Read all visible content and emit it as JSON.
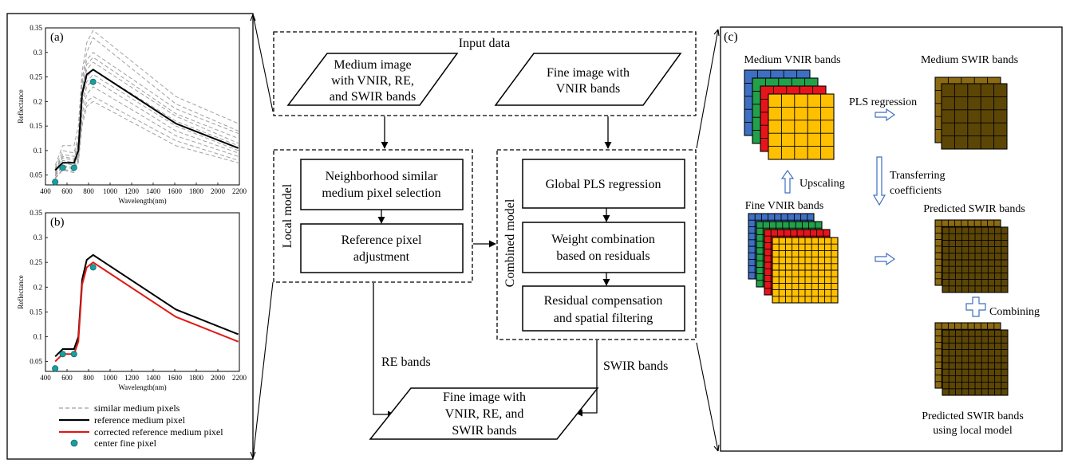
{
  "colors": {
    "blue": "#3e6fc2",
    "green": "#22a04a",
    "red": "#e8141b",
    "yellow": "#ffc000",
    "swir": "#8c6a12",
    "swir_dark": "#5c4606",
    "teal": "#1a9e9e",
    "corrected": "#e01a14",
    "gray": "#a0a0a0"
  },
  "panel_a": {
    "label": "(a)",
    "ylabel": "Reflectance",
    "xlabel": "Wavelength(nm)",
    "xticks": [
      "400",
      "600",
      "800",
      "1000",
      "1200",
      "1400",
      "1600",
      "1800",
      "2000",
      "2200"
    ],
    "yticks": [
      "0.05",
      "0.1",
      "0.15",
      "0.2",
      "0.25",
      "0.3",
      "0.35"
    ]
  },
  "panel_b": {
    "label": "(b)",
    "ylabel": "Reflectance",
    "xlabel": "Wavelength(nm)",
    "xticks": [
      "400",
      "600",
      "800",
      "1000",
      "1200",
      "1400",
      "1600",
      "1800",
      "2000",
      "2200"
    ],
    "yticks": [
      "0.05",
      "0.1",
      "0.15",
      "0.2",
      "0.25",
      "0.3",
      "0.35"
    ]
  },
  "legend": [
    {
      "text": "similar medium pixels",
      "style": "gray-dashed"
    },
    {
      "text": "reference medium pixel",
      "style": "black-solid"
    },
    {
      "text": "corrected reference medium pixel",
      "style": "red-solid"
    },
    {
      "text": "center fine pixel",
      "style": "teal-dot"
    }
  ],
  "chart_data": [
    {
      "type": "line",
      "title": "(a)",
      "xlabel": "Wavelength(nm)",
      "ylabel": "Reflectance",
      "xlim": [
        400,
        2200
      ],
      "ylim": [
        0.03,
        0.35
      ],
      "series": [
        {
          "name": "similar medium pixels",
          "x": [
            490,
            560,
            665,
            705,
            740,
            783,
            842,
            1610,
            2190
          ],
          "values": [
            0.07,
            0.11,
            0.11,
            0.15,
            0.26,
            0.32,
            0.345,
            0.21,
            0.155
          ]
        },
        {
          "name": "similar medium pixels",
          "x": [
            490,
            560,
            665,
            705,
            740,
            783,
            842,
            1610,
            2190
          ],
          "values": [
            0.065,
            0.1,
            0.095,
            0.13,
            0.245,
            0.3,
            0.33,
            0.195,
            0.14
          ]
        },
        {
          "name": "similar medium pixels",
          "x": [
            490,
            560,
            665,
            705,
            740,
            783,
            842,
            1610,
            2190
          ],
          "values": [
            0.062,
            0.092,
            0.088,
            0.12,
            0.235,
            0.285,
            0.3,
            0.185,
            0.135
          ]
        },
        {
          "name": "similar medium pixels",
          "x": [
            490,
            560,
            665,
            705,
            740,
            783,
            842,
            1610,
            2190
          ],
          "values": [
            0.06,
            0.088,
            0.083,
            0.115,
            0.225,
            0.275,
            0.29,
            0.175,
            0.125
          ]
        },
        {
          "name": "similar medium pixels",
          "x": [
            490,
            560,
            665,
            705,
            740,
            783,
            842,
            1610,
            2190
          ],
          "values": [
            0.058,
            0.085,
            0.08,
            0.11,
            0.22,
            0.265,
            0.28,
            0.17,
            0.115
          ]
        },
        {
          "name": "similar medium pixels",
          "x": [
            490,
            560,
            665,
            705,
            740,
            783,
            842,
            1610,
            2190
          ],
          "values": [
            0.055,
            0.08,
            0.075,
            0.1,
            0.21,
            0.25,
            0.265,
            0.16,
            0.11
          ]
        },
        {
          "name": "similar medium pixels",
          "x": [
            490,
            560,
            665,
            705,
            740,
            783,
            842,
            1610,
            2190
          ],
          "values": [
            0.052,
            0.075,
            0.07,
            0.095,
            0.2,
            0.24,
            0.255,
            0.15,
            0.1
          ]
        },
        {
          "name": "similar medium pixels",
          "x": [
            490,
            560,
            665,
            705,
            740,
            783,
            842,
            1610,
            2190
          ],
          "values": [
            0.05,
            0.07,
            0.065,
            0.09,
            0.19,
            0.23,
            0.245,
            0.14,
            0.095
          ]
        },
        {
          "name": "similar medium pixels",
          "x": [
            490,
            560,
            665,
            705,
            740,
            783,
            842,
            1610,
            2190
          ],
          "values": [
            0.048,
            0.068,
            0.062,
            0.085,
            0.175,
            0.215,
            0.23,
            0.13,
            0.088
          ]
        },
        {
          "name": "similar medium pixels",
          "x": [
            490,
            560,
            665,
            705,
            740,
            783,
            842,
            1610,
            2190
          ],
          "values": [
            0.045,
            0.062,
            0.058,
            0.08,
            0.16,
            0.2,
            0.21,
            0.12,
            0.08
          ]
        },
        {
          "name": "similar medium pixels",
          "x": [
            490,
            560,
            665,
            705,
            740,
            783,
            842,
            1610,
            2190
          ],
          "values": [
            0.043,
            0.06,
            0.055,
            0.075,
            0.15,
            0.19,
            0.2,
            0.11,
            0.075
          ]
        },
        {
          "name": "reference medium pixel",
          "x": [
            490,
            560,
            665,
            705,
            740,
            783,
            842,
            1610,
            2190
          ],
          "values": [
            0.06,
            0.075,
            0.075,
            0.1,
            0.215,
            0.255,
            0.265,
            0.155,
            0.105
          ]
        },
        {
          "name": "center fine pixel",
          "x": [
            490,
            560,
            665,
            842
          ],
          "values": [
            0.036,
            0.065,
            0.065,
            0.24
          ]
        }
      ]
    },
    {
      "type": "line",
      "title": "(b)",
      "xlabel": "Wavelength(nm)",
      "ylabel": "Reflectance",
      "xlim": [
        400,
        2200
      ],
      "ylim": [
        0.03,
        0.35
      ],
      "series": [
        {
          "name": "reference medium pixel",
          "x": [
            490,
            560,
            665,
            705,
            740,
            783,
            842,
            1610,
            2190
          ],
          "values": [
            0.06,
            0.075,
            0.075,
            0.1,
            0.215,
            0.255,
            0.265,
            0.155,
            0.105
          ]
        },
        {
          "name": "corrected reference medium pixel",
          "x": [
            490,
            560,
            665,
            705,
            740,
            783,
            842,
            1610,
            2190
          ],
          "values": [
            0.05,
            0.065,
            0.065,
            0.09,
            0.205,
            0.24,
            0.25,
            0.14,
            0.09
          ]
        },
        {
          "name": "center fine pixel",
          "x": [
            490,
            560,
            665,
            842
          ],
          "values": [
            0.036,
            0.065,
            0.065,
            0.24
          ]
        }
      ]
    }
  ],
  "flow": {
    "input_data": "Input data",
    "medium_image": [
      "Medium image",
      "with VNIR, RE,",
      "and SWIR bands"
    ],
    "fine_image": [
      "Fine image with",
      "VNIR bands"
    ],
    "local_model": "Local model",
    "combined_model": "Combined model",
    "neighborhood": [
      "Neighborhood similar",
      "medium pixel selection"
    ],
    "reference_adj": [
      "Reference pixel",
      "adjustment"
    ],
    "global_pls": "Global PLS regression",
    "weight_comb": [
      "Weight combination",
      "based on residuals"
    ],
    "residual_comp": [
      "Residual compensation",
      "and spatial filtering"
    ],
    "re_bands": "RE bands",
    "swir_bands": "SWIR bands",
    "output": [
      "Fine image with",
      "VNIR, RE, and",
      "SWIR bands"
    ]
  },
  "panel_c": {
    "label": "(c)",
    "medium_vnir": "Medium VNIR bands",
    "medium_swir": "Medium SWIR bands",
    "pls_regression": "PLS regression",
    "upscaling": "Upscaling",
    "transferring": [
      "Transferring",
      "coefficients"
    ],
    "fine_vnir": "Fine VNIR bands",
    "predicted_swir": "Predicted SWIR bands",
    "combining": "Combining",
    "predicted_local": [
      "Predicted SWIR bands",
      "using local model"
    ]
  }
}
